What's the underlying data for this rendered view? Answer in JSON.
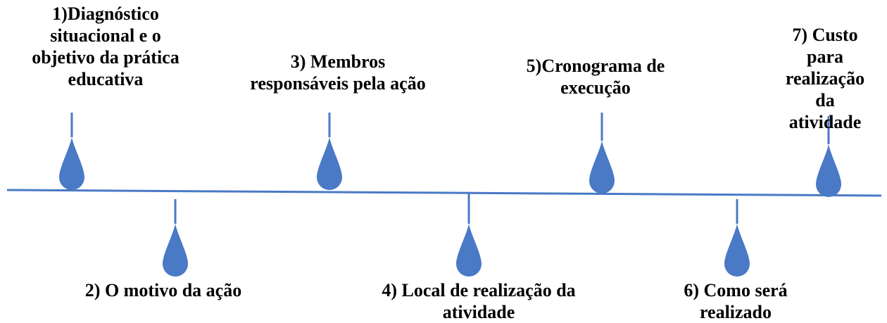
{
  "timeline": {
    "color": "#4a79c6",
    "steps": [
      {
        "id": 1,
        "position": "above",
        "text": "1)Diagnóstico\nsituacional e o\nobjetivo da prática\neducativa"
      },
      {
        "id": 2,
        "position": "below",
        "text": "2) O motivo da ação"
      },
      {
        "id": 3,
        "position": "above",
        "text": "3) Membros\nresponsáveis pela ação"
      },
      {
        "id": 4,
        "position": "below",
        "text": "4) Local de realização da\natividade"
      },
      {
        "id": 5,
        "position": "above",
        "text": "5)Cronograma de\nexecução"
      },
      {
        "id": 6,
        "position": "below",
        "text": "6) Como será\nrealizado"
      },
      {
        "id": 7,
        "position": "above",
        "text": "7) Custo para\nrealização da\natividade"
      }
    ]
  }
}
